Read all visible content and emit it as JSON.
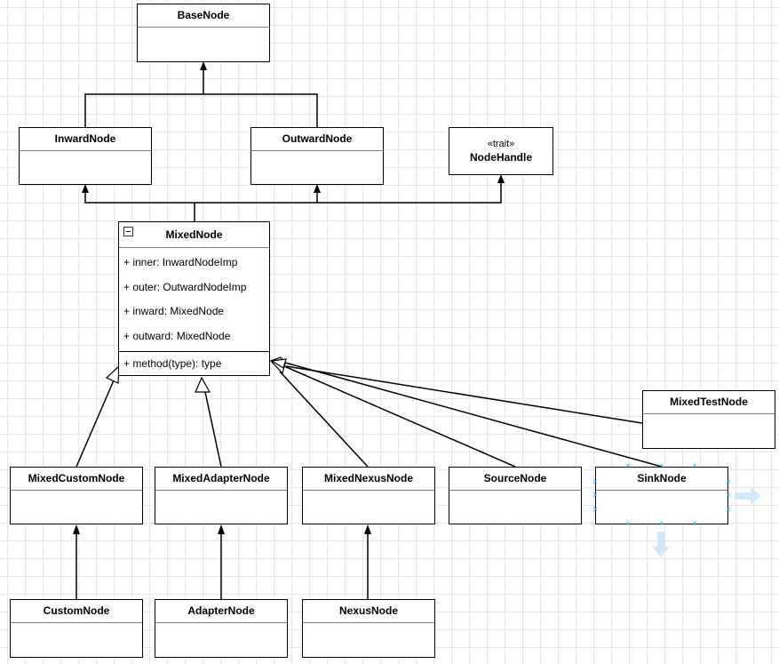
{
  "diagram": {
    "classes": {
      "base_node": "BaseNode",
      "inward_node": "InwardNode",
      "outward_node": "OutwardNode",
      "node_handle": {
        "stereotype": "«trait»",
        "name": "NodeHandle"
      },
      "mixed_node": {
        "name": "MixedNode",
        "attributes": [
          "+ inner: InwardNodeImp",
          "+ outer: OutwardNodeImp",
          "+ inward: MixedNode",
          "+ outward: MixedNode"
        ],
        "operations": [
          "+ method(type): type"
        ]
      },
      "mixed_test_node": "MixedTestNode",
      "mixed_custom_node": "MixedCustomNode",
      "mixed_adapter_node": "MixedAdapterNode",
      "mixed_nexus_node": "MixedNexusNode",
      "source_node": "SourceNode",
      "sink_node": "SinkNode",
      "custom_node": "CustomNode",
      "adapter_node": "AdapterNode",
      "nexus_node": "NexusNode"
    },
    "selected_class": "sink_node",
    "selection_color": "#29b6f6",
    "hint_arrow_color": "#cfe9fb"
  }
}
